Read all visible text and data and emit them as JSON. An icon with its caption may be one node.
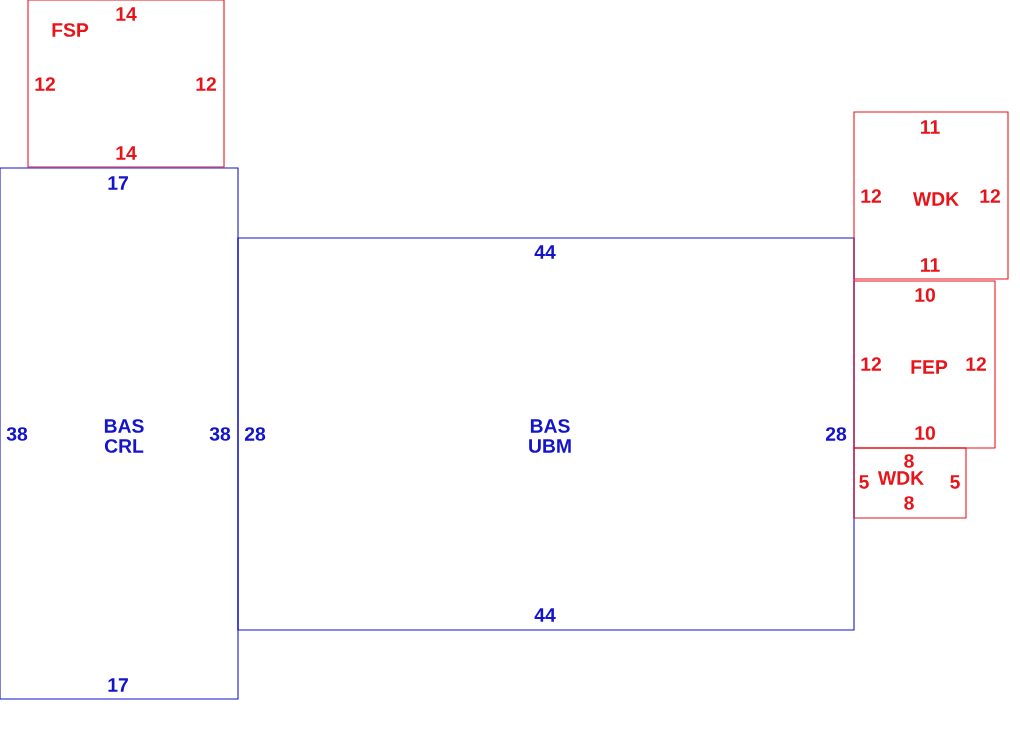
{
  "diagram": {
    "nodes": [
      {
        "text": [
          "14",
          "FSP",
          "12",
          "12",
          "14"
        ]
      },
      {
        "text": [
          "17",
          "38",
          "BAS CRL",
          "38",
          "17"
        ]
      },
      {
        "text": [
          "44",
          "28",
          "BAS UBM",
          "28",
          "44"
        ]
      },
      {
        "text": [
          "11",
          "12",
          "WDK",
          "12",
          "11"
        ]
      },
      {
        "text": [
          "10",
          "12",
          "FEP",
          "12",
          "10"
        ]
      },
      {
        "text": [
          "8",
          "5",
          "WDK",
          "5",
          "8"
        ]
      }
    ]
  }
}
